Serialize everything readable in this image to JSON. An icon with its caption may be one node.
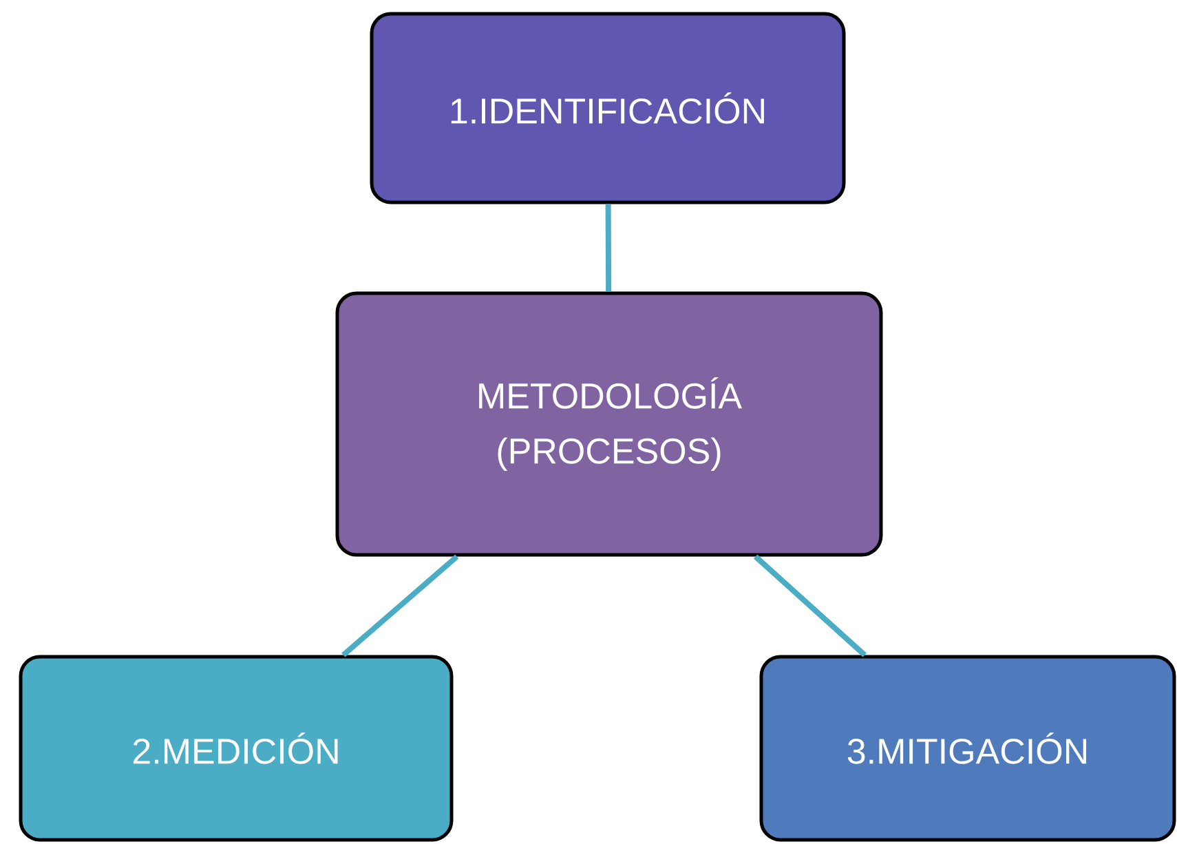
{
  "diagram": {
    "nodes": [
      {
        "text": [
          "1.IDENTIFICACIÓN"
        ]
      },
      {
        "text": [
          "METODOLOGÍA (PROCESOS)"
        ]
      },
      {
        "text": [
          "2.MEDICIÓN"
        ]
      },
      {
        "text": [
          "3.MITIGACIÓN"
        ]
      }
    ],
    "edges": [
      {
        "from": 0,
        "to": 1,
        "arrow": "none"
      },
      {
        "from": 1,
        "to": 2,
        "arrow": "none"
      },
      {
        "from": 1,
        "to": 3,
        "arrow": "none"
      }
    ]
  }
}
